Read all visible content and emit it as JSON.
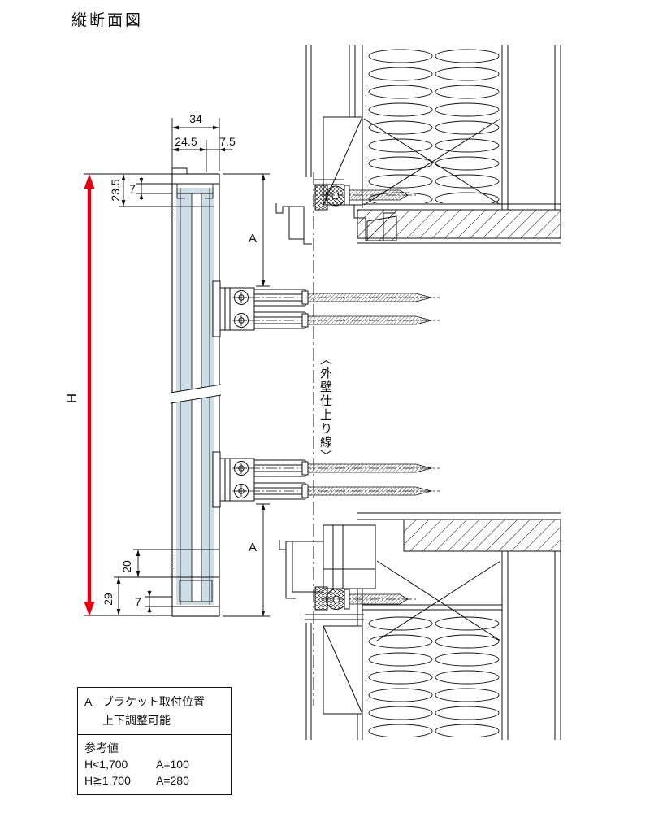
{
  "title": "縦断面図",
  "dimensions": {
    "top_total": "34",
    "top_sub_left": "24.5",
    "top_sub_right": "7.5",
    "upper_left_outer": "23.5",
    "upper_left_inner": "7",
    "overall_height": "H",
    "lower_left_upper": "20",
    "lower_left_lower": "29",
    "lower_left_inner": "7",
    "bracket_top": "A",
    "bracket_bottom": "A"
  },
  "labels": {
    "wall_finish_line": "〈外壁仕上り線〉"
  },
  "legend": {
    "a_label": "A",
    "a_desc_line1": "ブラケット取付位置",
    "a_desc_line2": "上下調整可能",
    "ref_title": "参考値",
    "ref_row1_cond": "H<1,700",
    "ref_row1_val": "A=100",
    "ref_row2_cond": "H≧1,700",
    "ref_row2_val": "A=280"
  },
  "colors": {
    "profile_fill": "#ccdfe8",
    "dimension_red": "#e60012",
    "line": "#111111"
  }
}
